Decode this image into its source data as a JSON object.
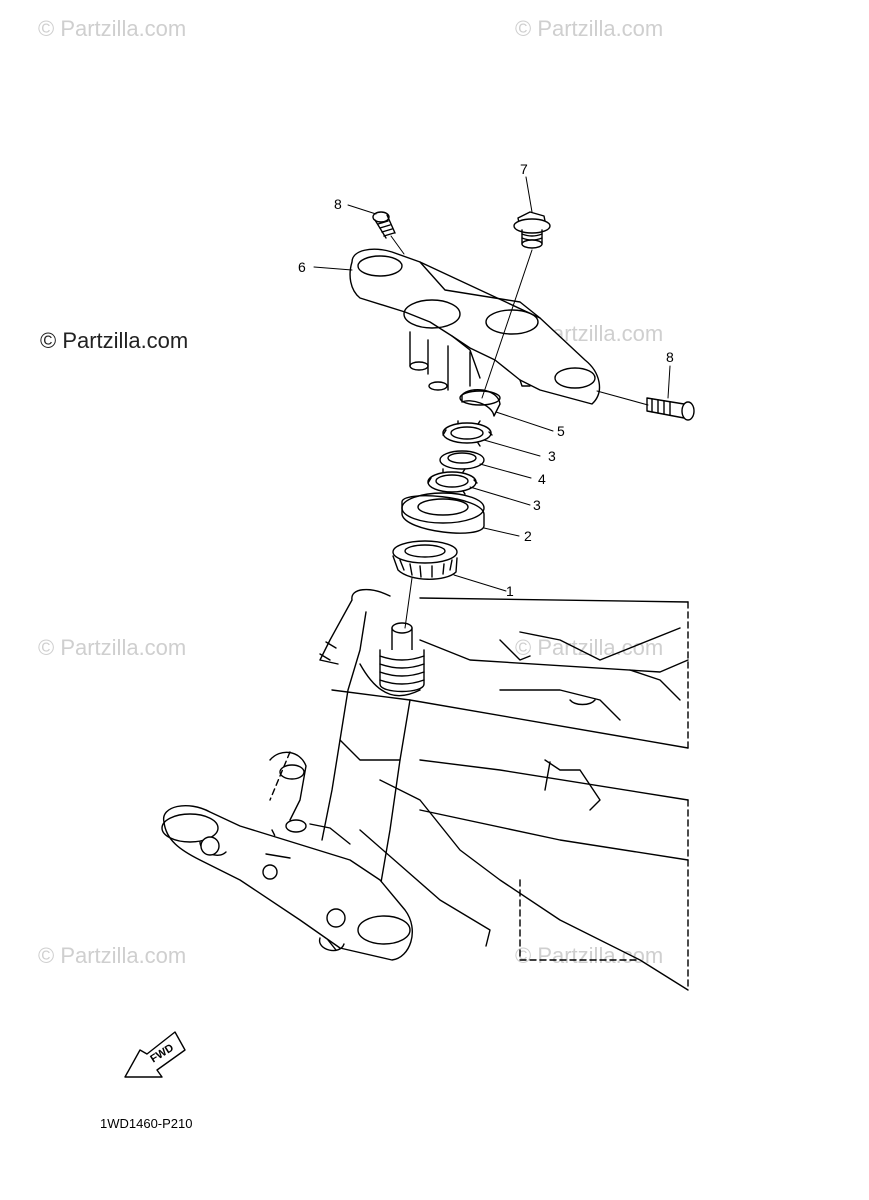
{
  "watermark": {
    "faint_text": "© Partzilla.com",
    "strong_text": "© Partzilla.com"
  },
  "callouts": [
    {
      "id": "p7",
      "label": "7"
    },
    {
      "id": "p8a",
      "label": "8"
    },
    {
      "id": "p6",
      "label": "6"
    },
    {
      "id": "p8b",
      "label": "8"
    },
    {
      "id": "p5",
      "label": "5"
    },
    {
      "id": "p3a",
      "label": "3"
    },
    {
      "id": "p4",
      "label": "4"
    },
    {
      "id": "p3b",
      "label": "3"
    },
    {
      "id": "p2",
      "label": "2"
    },
    {
      "id": "p1",
      "label": "1"
    }
  ],
  "fwd_label": "FWD",
  "diagram_code": "1WD1460-P210",
  "colors": {
    "line": "#000000",
    "watermark": "#cfcfcf",
    "background": "#ffffff"
  }
}
